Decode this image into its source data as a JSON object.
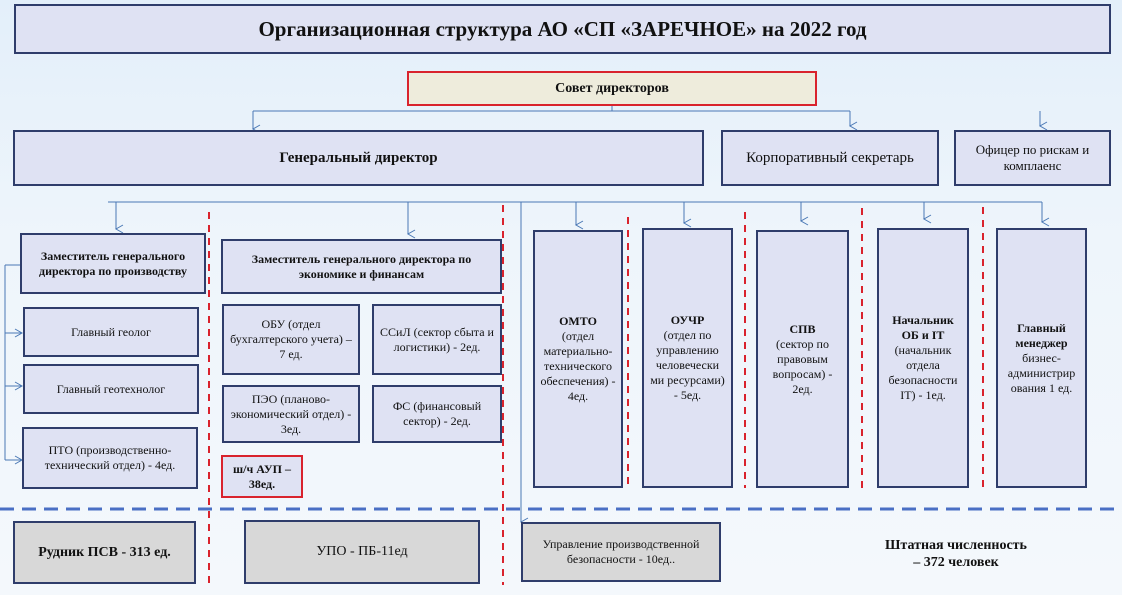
{
  "title": "Организационная структура АО «СП «ЗАРЕЧНОЕ» на 2022 год",
  "board": "Совет директоров",
  "ceo": "Генеральный директор",
  "corp_secretary": "Корпоративный секретарь",
  "risk_officer": "Офицер по рискам и комплаенс",
  "deputy_production": "Заместитель генерального директора по производству",
  "chief_geologist": "Главный геолог",
  "chief_geotechnologist": "Главный  геотехнолог",
  "pto": "ПТО (производственно-технический отдел) - 4ед.",
  "deputy_economics": "Заместитель генерального директора по экономике и финансам",
  "obu": "ОБУ (отдел бухгалтерского учета) – 7 ед.",
  "ssil": "ССиЛ (сектор сбыта и логистики) - 2ед.",
  "peo": "ПЭО (планово-экономический отдел) - 3ед.",
  "fs": "ФС (финансовый сектор) - 2ед.",
  "aup_line1": "ш/ч АУП –",
  "aup_line2": "38ед.",
  "omto": {
    "head": "ОМТО",
    "body": "(отдел материально-технического обеспечения) - 4ед."
  },
  "ouchr": {
    "head": "ОУЧР",
    "body": "(отдел  по управлению человечески ми ресурсами) - 5ед."
  },
  "spv": {
    "head": "СПВ",
    "body": "(сектор по правовым вопросам) - 2ед."
  },
  "ob_it": {
    "head": "Начальник ОБ и IT",
    "body": "(начальник отдела безопасности IT) - 1ед."
  },
  "manager": {
    "head": "Главный менеджер",
    "body": "бизнес-администрир ования 1 ед."
  },
  "mine": "Рудник ПСВ  - 313 ед.",
  "upo": "УПО - ПБ-11ед",
  "prod_safety": "Управление производственной безопасности - 10ед..",
  "headcount_line1": "Штатная численность",
  "headcount_line2": "– 372 человек"
}
